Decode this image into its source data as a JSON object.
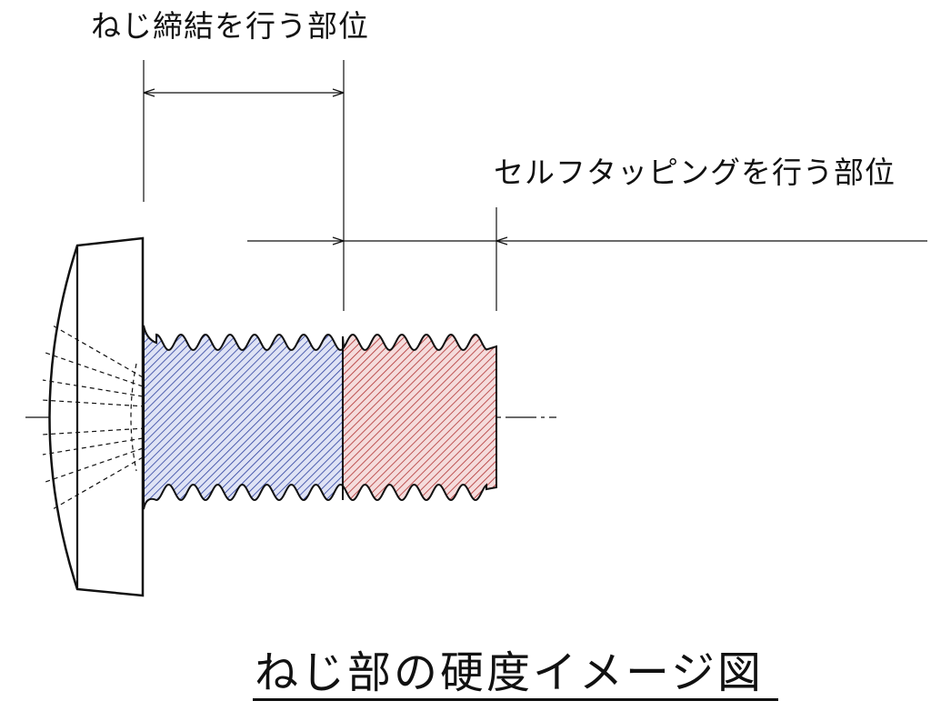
{
  "labels": {
    "fastening_area": "ねじ締結を行う部位",
    "self_tapping_area": "セルフタッピングを行う部位",
    "title": "ねじ部の硬度イメージ図"
  },
  "colors": {
    "line": "#111111",
    "fastening_zone_hatch": "#2b3f9e",
    "fastening_zone_fill": "#dfe3f5",
    "tapping_zone_hatch": "#b03030",
    "tapping_zone_fill": "#f5dcdc"
  }
}
